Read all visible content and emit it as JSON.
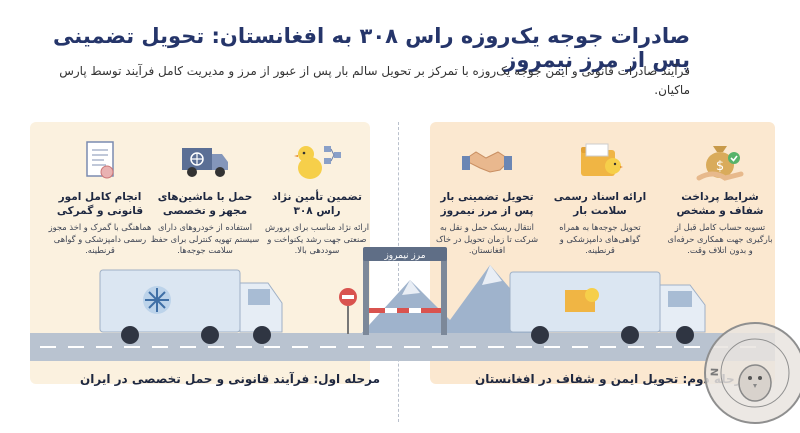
{
  "header": {
    "title": "صادرات جوجه یک‌روزه راس ۳۰۸ به افغانستان: تحویل تضمینی پس از مرز نیمروز",
    "subtitle": "فرآیند صادرات قانونی و ایمن جوجه یک‌روزه با تمرکز بر تحویل سالم بار پس از عبور از مرز و مدیریت کامل فرآیند توسط پارس ماکیان."
  },
  "right_steps": [
    {
      "title": "شرایط پرداخت شفاف و مشخص",
      "desc": "تسویه حساب کامل قبل از بارگیری جهت همکاری حرفه‌ای و بدون اتلاف وقت.",
      "icon": "money-bag-icon"
    },
    {
      "title": "ارائه اسناد رسمی سلامت بار",
      "desc": "تحویل جوجه‌ها به همراه گواهی‌های دامپزشکی و قرنطینه.",
      "icon": "folder-chick-icon"
    },
    {
      "title": "تحویل تضمینی بار پس از مرز نیمروز",
      "desc": "انتقال ریسک حمل و نقل به شرکت تا زمان تحویل در خاک افغانستان.",
      "icon": "handshake-icon"
    }
  ],
  "left_steps": [
    {
      "title": "تضمین تأمین نژاد راس ۳۰۸",
      "desc": "ارائه نژاد مناسب برای پرورش صنعتی جهت رشد یکنواخت و سوددهی بالا.",
      "icon": "chick-chart-icon"
    },
    {
      "title": "حمل با ماشین‌های مجهز و تخصصی",
      "desc": "استفاده از خودروهای دارای سیستم تهویه کنترلی برای حفظ سلامت جوجه‌ها.",
      "icon": "truck-fan-icon"
    },
    {
      "title": "انجام کامل امور قانونی و گمرکی",
      "desc": "هماهنگی با گمرک و اخذ مجوز رسمی دامپزشکی و گواهی قرنطینه.",
      "icon": "document-icon"
    }
  ],
  "border_sign": "مرز نیمروز",
  "phases": {
    "one": "مرحله اول: فرآیند قانونی و حمل تخصصی در ایران",
    "two": "مرحله دوم: تحویل ایمن و شفاف در افغانستان"
  },
  "stamp_text": "PARS MAKIAN",
  "colors": {
    "title": "#25356a",
    "panel_left": "#fbf1df",
    "panel_right": "#fbe8d0",
    "truck": "#dbe6f2",
    "chick": "#f6cf4a"
  }
}
